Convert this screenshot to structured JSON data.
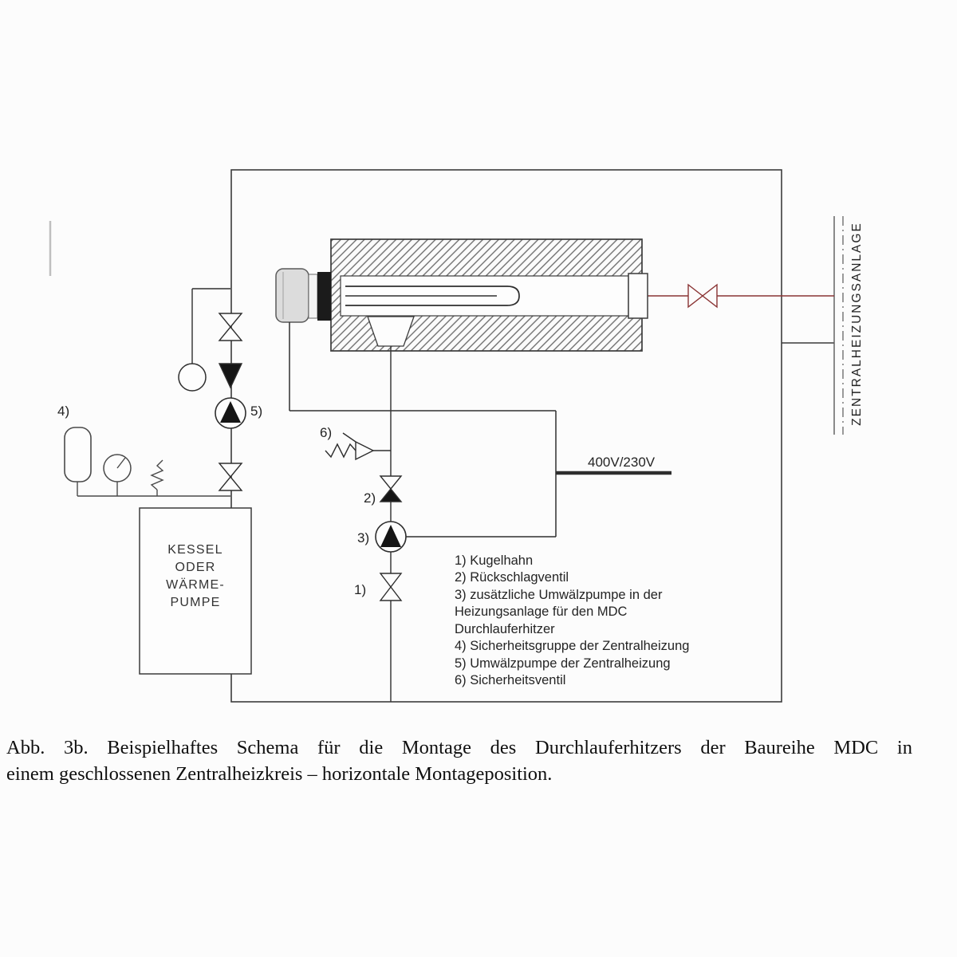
{
  "diagram": {
    "power_label": "400V/230V",
    "central_heating_label": "ZENTRALHEIZUNGSANLAGE",
    "boiler_lines": [
      "KESSEL",
      "ODER",
      "WÄRME-",
      "PUMPE"
    ],
    "markers": {
      "m1": "1)",
      "m2": "2)",
      "m3": "3)",
      "m4": "4)",
      "m5": "5)",
      "m6": "6)"
    },
    "legend_lines": [
      "1) Kugelhahn",
      "2) Rückschlagventil",
      "3) zusätzliche Umwälzpumpe in der",
      "Heizungsanlage für den MDC",
      "Durchlauferhitzer",
      "4) Sicherheitsgruppe der Zentralheizung",
      "5) Umwälzpumpe der Zentralheizung",
      "6) Sicherheitsventil"
    ],
    "colors": {
      "line": "#3b3b3b",
      "supply": "#8a3434",
      "component_fill": "#151515"
    }
  },
  "caption": {
    "line1": "Abb. 3b. Beispielhaftes Schema für die Montage des Durchlauferhitzers der Baureihe MDC in",
    "line2": "einem geschlossenen Zentralheizkreis – horizontale Montageposition."
  }
}
